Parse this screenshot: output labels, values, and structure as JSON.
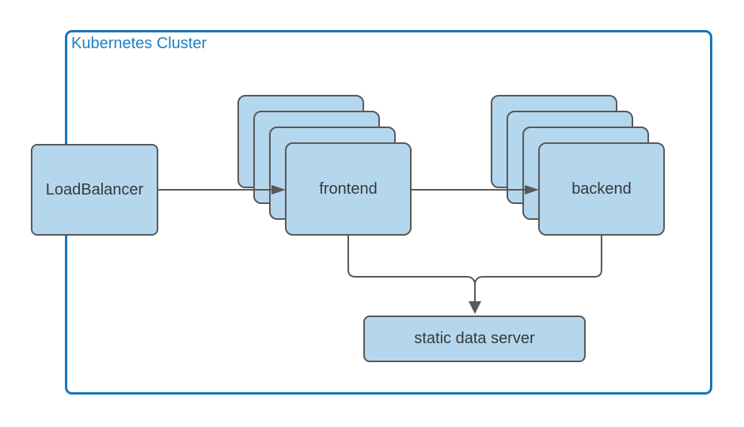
{
  "diagram": {
    "cluster_label": "Kubernetes Cluster",
    "nodes": {
      "loadbalancer": {
        "label": "LoadBalancer"
      },
      "frontend": {
        "label": "frontend",
        "replica_cards": 4
      },
      "backend": {
        "label": "backend",
        "replica_cards": 4
      },
      "static_server": {
        "label": "static data server"
      }
    },
    "edges": [
      {
        "from": "loadbalancer",
        "to": "frontend",
        "arrow": "right"
      },
      {
        "from": "frontend",
        "to": "backend",
        "arrow": "right"
      },
      {
        "from": "frontend",
        "to": "static_server",
        "arrow": "down"
      },
      {
        "from": "backend",
        "to": "static_server",
        "arrow": "down"
      }
    ],
    "colors": {
      "cluster_border": "#1776b9",
      "cluster_label_text": "#1b80c4",
      "node_fill": "#b5d7ee",
      "node_border": "#595959",
      "connector": "#595959",
      "node_label_text": "#383838",
      "background": "#ffffff"
    }
  }
}
